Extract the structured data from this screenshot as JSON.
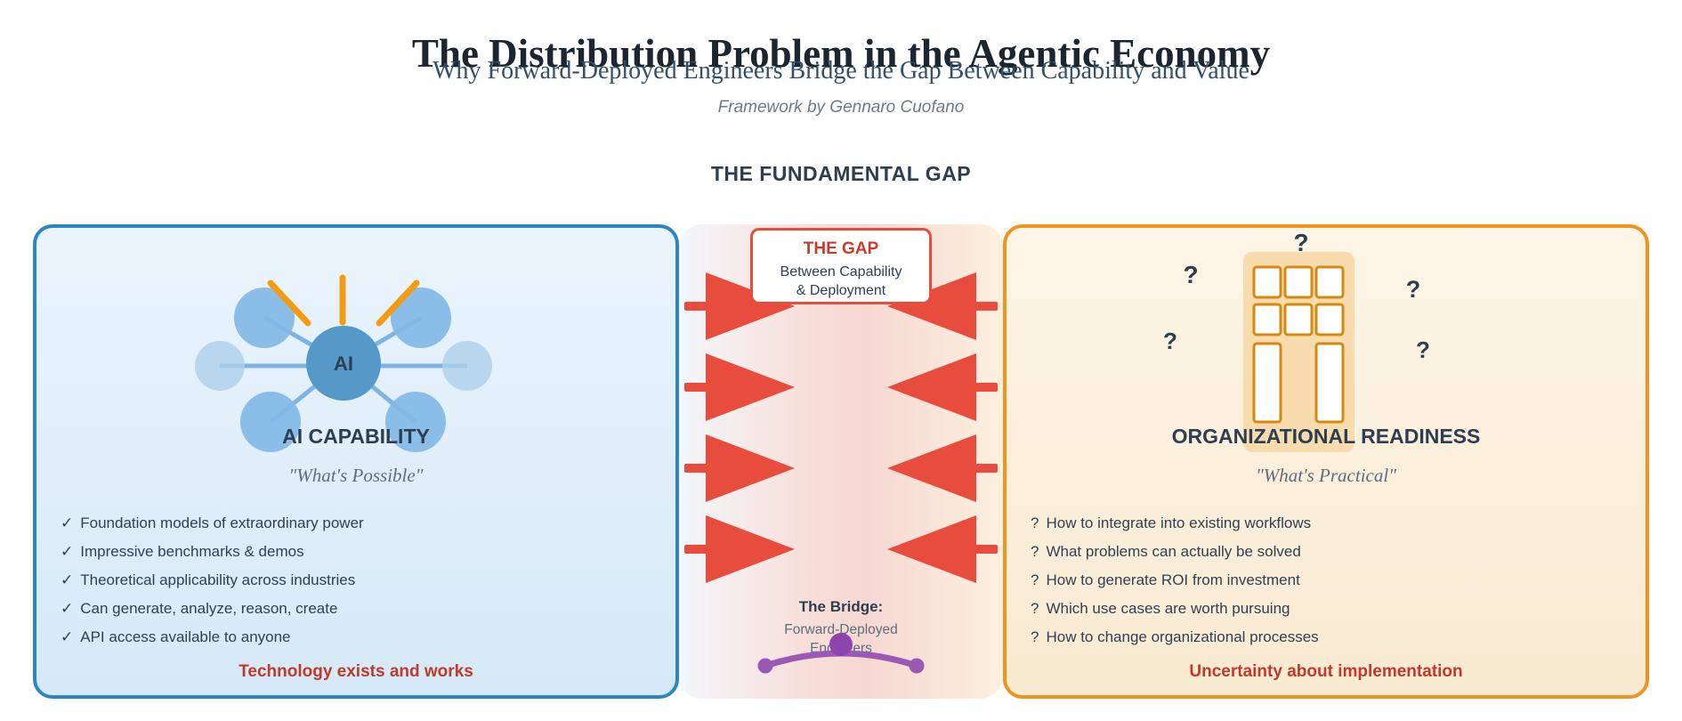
{
  "header": {
    "title": "The Distribution Problem in the Agentic Economy",
    "subtitle": "Why Forward-Deployed Engineers Bridge the Gap Between Capability and Value",
    "byline": "Framework by Gennaro Cuofano",
    "section_title": "THE FUNDAMENTAL GAP"
  },
  "left_panel": {
    "icon_label": "AI",
    "heading": "AI CAPABILITY",
    "quote": "\"What's Possible\"",
    "bullet": "✓",
    "items": [
      "Foundation models of extraordinary power",
      "Impressive benchmarks & demos",
      "Theoretical applicability across industries",
      "Can generate, analyze, reason, create",
      "API access available to anyone"
    ],
    "footer": "Technology exists and works"
  },
  "gap": {
    "box_title": "THE GAP",
    "box_line1": "Between Capability",
    "box_line2": "& Deployment",
    "bridge_label": "The Bridge:",
    "bridge_line1": "Forward-Deployed",
    "bridge_line2": "Engineers"
  },
  "right_panel": {
    "heading": "ORGANIZATIONAL READINESS",
    "quote": "\"What's Practical\"",
    "bullet": "?",
    "qmark": "?",
    "items": [
      "How to integrate into existing workflows",
      "What problems can actually be solved",
      "How to generate ROI from investment",
      "Which use cases are worth pursuing",
      "How to change organizational processes"
    ],
    "footer": "Uncertainty about implementation"
  },
  "colors": {
    "panel_blue_border": "#2E86C1",
    "panel_orange_border": "#F0941E",
    "arrow_red": "#E74C3C",
    "gap_title_red": "#CC3A2B",
    "bridge_purple": "#9B59B6",
    "heading_navy": "#2C3E50",
    "footer_red": "#C0392B",
    "ai_circle_blue": "#5499C7",
    "satellite_blue": "#82B9E6",
    "ray_orange": "#F39C12",
    "building_fill": "#F8DCAE",
    "window_border": "#D68910"
  }
}
